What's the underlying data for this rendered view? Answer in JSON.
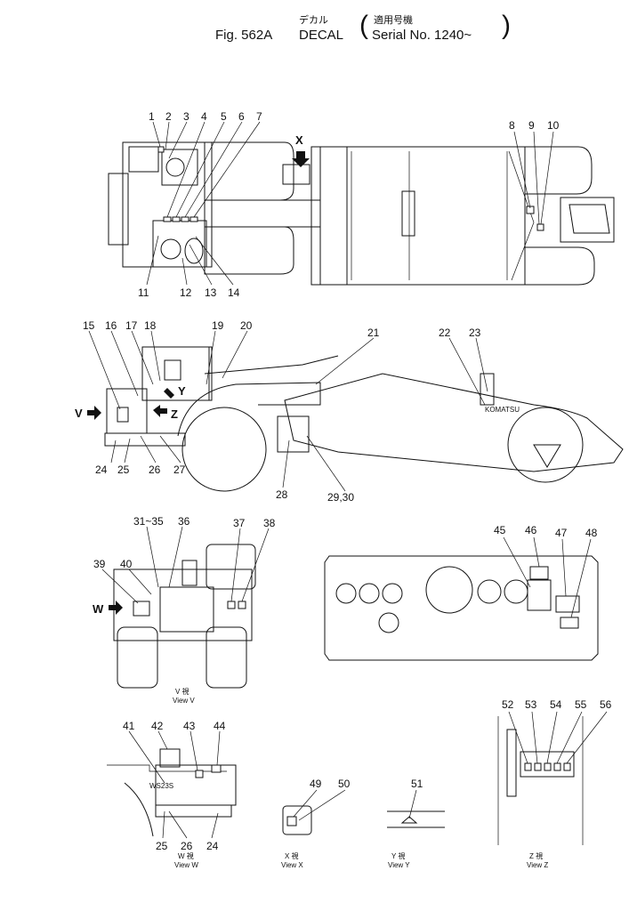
{
  "header": {
    "fig_label": "Fig. 562A",
    "title_jp": "デカル",
    "title_en": "DECAL",
    "serial_jp": "適用号機",
    "serial_en": "Serial No. 1240~"
  },
  "arrows": {
    "x": "X",
    "v": "V",
    "w": "W",
    "y": "Y",
    "z": "Z"
  },
  "callouts": [
    "1",
    "2",
    "3",
    "4",
    "5",
    "6",
    "7",
    "8",
    "9",
    "10",
    "11",
    "12",
    "13",
    "14",
    "15",
    "16",
    "17",
    "18",
    "19",
    "20",
    "21",
    "22",
    "23",
    "24",
    "25",
    "26",
    "27",
    "28",
    "29,30",
    "31~35",
    "36",
    "37",
    "38",
    "39",
    "40",
    "41",
    "42",
    "43",
    "44",
    "45",
    "46",
    "47",
    "48",
    "49",
    "50",
    "51",
    "52",
    "53",
    "54",
    "55",
    "56",
    "25",
    "26",
    "24"
  ],
  "view_labels": {
    "v": {
      "jp": "V 視",
      "en": "View V"
    },
    "w": {
      "jp": "W 視",
      "en": "View W"
    },
    "x": {
      "jp": "X 視",
      "en": "View X"
    },
    "y": {
      "jp": "Y 視",
      "en": "View Y"
    },
    "z": {
      "jp": "Z 視",
      "en": "View Z"
    }
  },
  "decal_text": {
    "side_logo": "KOMATSU",
    "w_plate": "WS23S"
  }
}
